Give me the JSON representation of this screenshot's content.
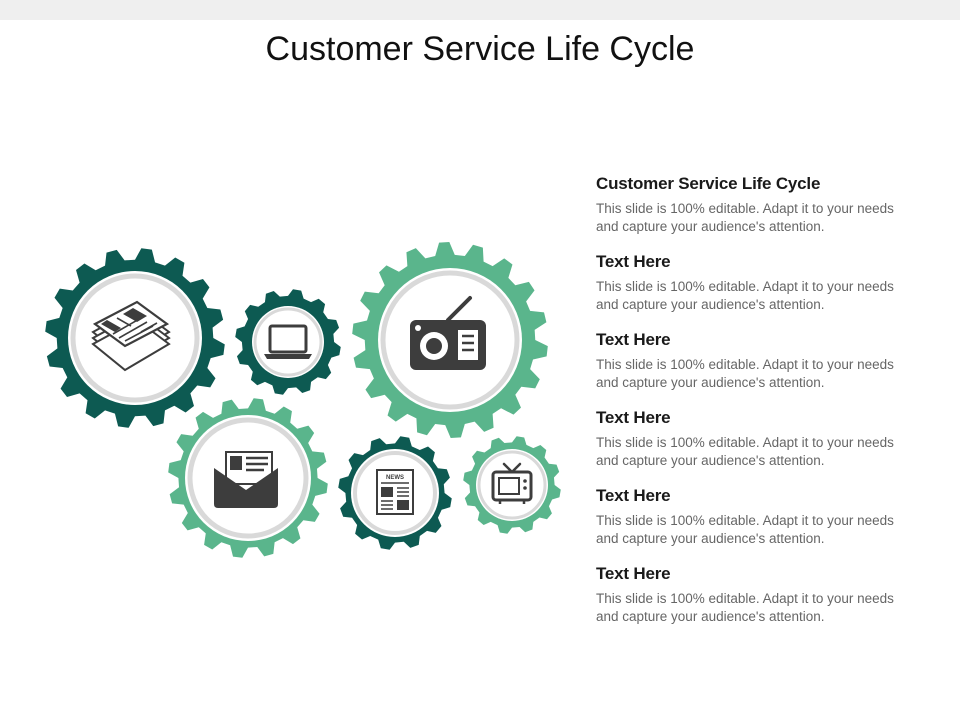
{
  "slide": {
    "title": "Customer Service Life Cycle"
  },
  "colors": {
    "dark_teal": "#0d5a52",
    "light_green": "#5ab58c",
    "ring_gray": "#d9d9d9",
    "icon_gray": "#3d3d3d"
  },
  "gears": [
    {
      "id": "gear-1",
      "color": "dark_teal",
      "icon": "newspaper-stack-icon"
    },
    {
      "id": "gear-2",
      "color": "dark_teal",
      "icon": "laptop-icon"
    },
    {
      "id": "gear-3",
      "color": "light_green",
      "icon": "radio-icon"
    },
    {
      "id": "gear-4",
      "color": "light_green",
      "icon": "mail-envelope-icon"
    },
    {
      "id": "gear-5",
      "color": "dark_teal",
      "icon": "news-document-icon"
    },
    {
      "id": "gear-6",
      "color": "light_green",
      "icon": "tv-icon"
    }
  ],
  "news_label": "NEWS",
  "items": [
    {
      "heading": "Customer Service Life Cycle",
      "body": "This slide is 100% editable. Adapt it to your needs and capture your audience's attention."
    },
    {
      "heading": "Text Here",
      "body": "This slide is 100% editable. Adapt it to your needs and capture your audience's attention."
    },
    {
      "heading": "Text Here",
      "body": "This slide is 100% editable. Adapt it to your needs and capture your audience's attention."
    },
    {
      "heading": "Text Here",
      "body": "This slide is 100% editable. Adapt it to your needs and capture your audience's attention."
    },
    {
      "heading": "Text Here",
      "body": "This slide is 100% editable. Adapt it to your needs and capture your audience's attention."
    },
    {
      "heading": "Text Here",
      "body": "This slide is 100% editable. Adapt it to your needs and capture your audience's attention."
    }
  ]
}
